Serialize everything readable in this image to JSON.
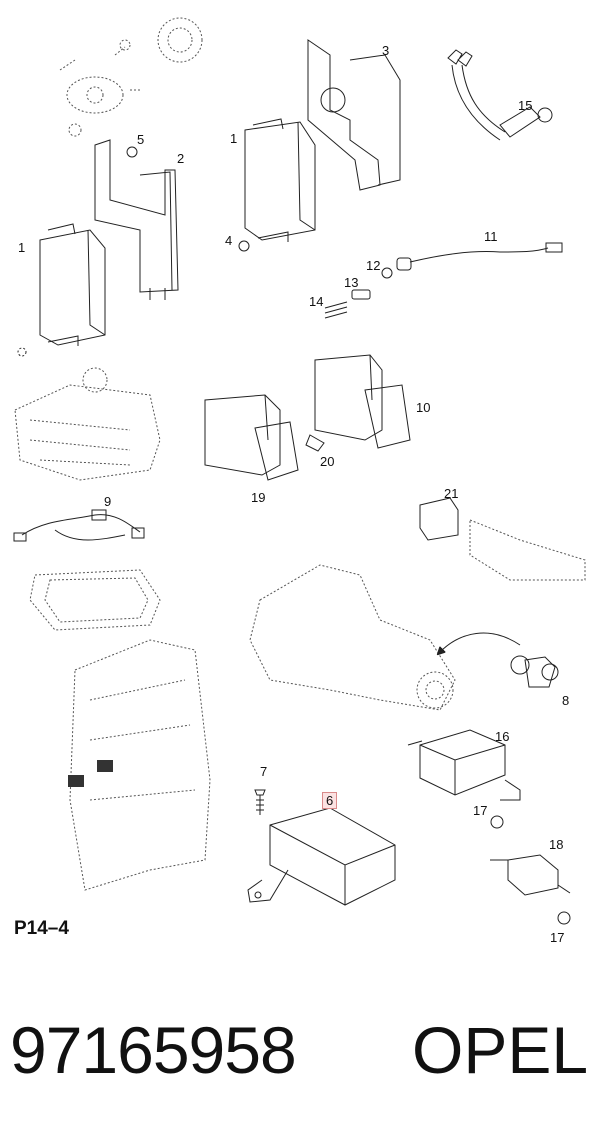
{
  "callouts": [
    {
      "id": "1a",
      "text": "1"
    },
    {
      "id": "1b",
      "text": "1"
    },
    {
      "id": "2",
      "text": "2"
    },
    {
      "id": "3",
      "text": "3"
    },
    {
      "id": "4",
      "text": "4"
    },
    {
      "id": "5",
      "text": "5"
    },
    {
      "id": "6",
      "text": "6",
      "highlighted": true
    },
    {
      "id": "7",
      "text": "7"
    },
    {
      "id": "8",
      "text": "8"
    },
    {
      "id": "9",
      "text": "9"
    },
    {
      "id": "10",
      "text": "10"
    },
    {
      "id": "11",
      "text": "11"
    },
    {
      "id": "12",
      "text": "12"
    },
    {
      "id": "13",
      "text": "13"
    },
    {
      "id": "14",
      "text": "14"
    },
    {
      "id": "15",
      "text": "15"
    },
    {
      "id": "16",
      "text": "16"
    },
    {
      "id": "17a",
      "text": "17"
    },
    {
      "id": "17b",
      "text": "17"
    },
    {
      "id": "18",
      "text": "18"
    },
    {
      "id": "19",
      "text": "19"
    },
    {
      "id": "20",
      "text": "20"
    },
    {
      "id": "21",
      "text": "21"
    }
  ],
  "page_ref": "P14–4",
  "part_number": "97165958",
  "brand": "OPEL",
  "highlight_color": "#d98a8a"
}
